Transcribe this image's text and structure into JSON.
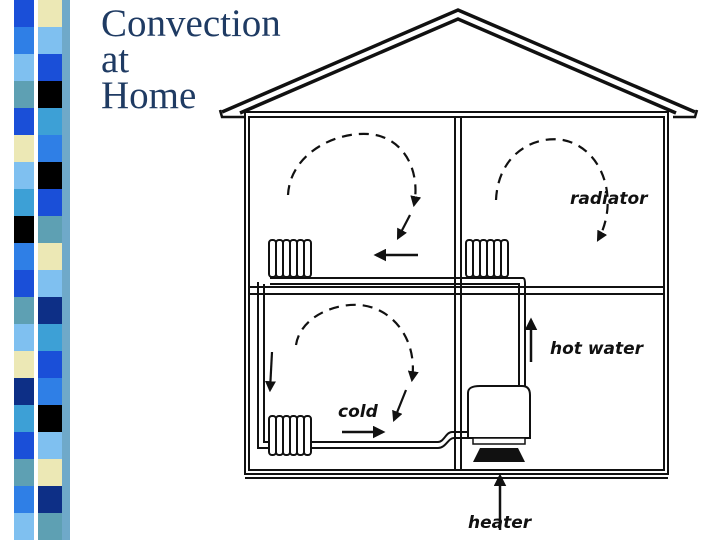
{
  "slide": {
    "title_lines": [
      "Convection",
      "at",
      "Home"
    ]
  },
  "diagram": {
    "labels": {
      "radiator": "radiator",
      "hot_water": "hot water",
      "cold": "cold",
      "heater": "heater"
    }
  },
  "colors": {
    "title": "#1f3b63",
    "line": "#111111",
    "stripe_blues": [
      "#1a4fd8",
      "#2f7fe6",
      "#7fc0f0",
      "#3da0d6",
      "#0d2f86"
    ],
    "stripe_accents": [
      "#ece8b5",
      "#5ea0b3",
      "#000000"
    ]
  }
}
